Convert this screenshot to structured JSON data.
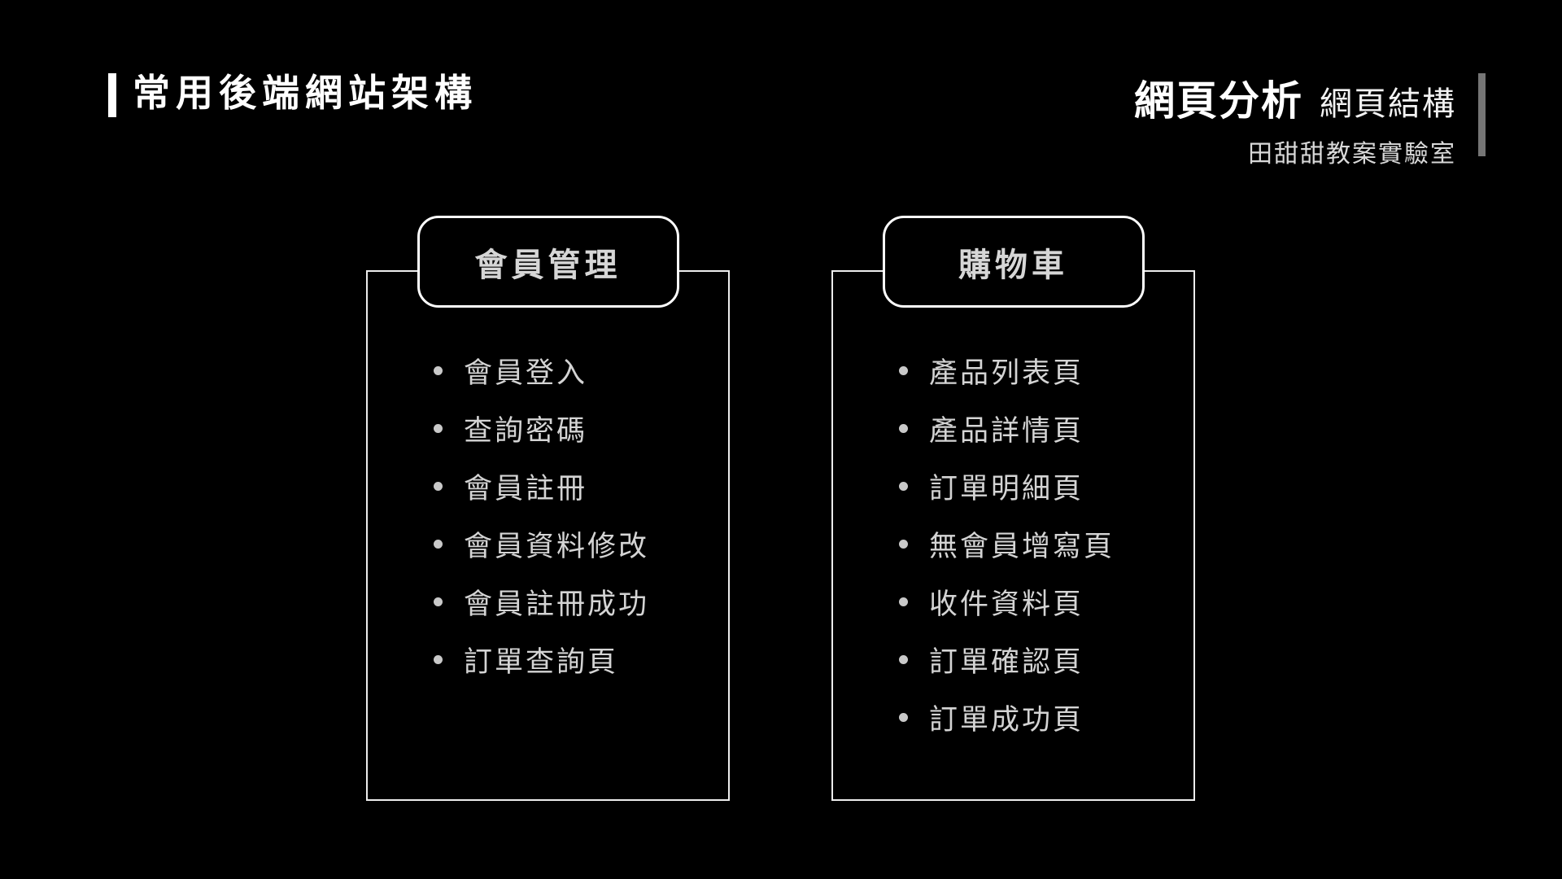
{
  "page": {
    "background": "#000000",
    "accent_white": "#ffffff",
    "accent_gray": "#757575",
    "text_light_gray": "#d4d4d4"
  },
  "header": {
    "title": "常用後端網站架構"
  },
  "brand": {
    "title": "網頁分析",
    "subtitle": "網頁結構",
    "caption": "田甜甜教案實驗室"
  },
  "sections": [
    {
      "title": "會員管理",
      "items": [
        "會員登入",
        "查詢密碼",
        "會員註冊",
        "會員資料修改",
        "會員註冊成功",
        "訂單查詢頁"
      ]
    },
    {
      "title": "購物車",
      "items": [
        "產品列表頁",
        "產品詳情頁",
        "訂單明細頁",
        "無會員增寫頁",
        "收件資料頁",
        "訂單確認頁",
        "訂單成功頁"
      ]
    }
  ]
}
